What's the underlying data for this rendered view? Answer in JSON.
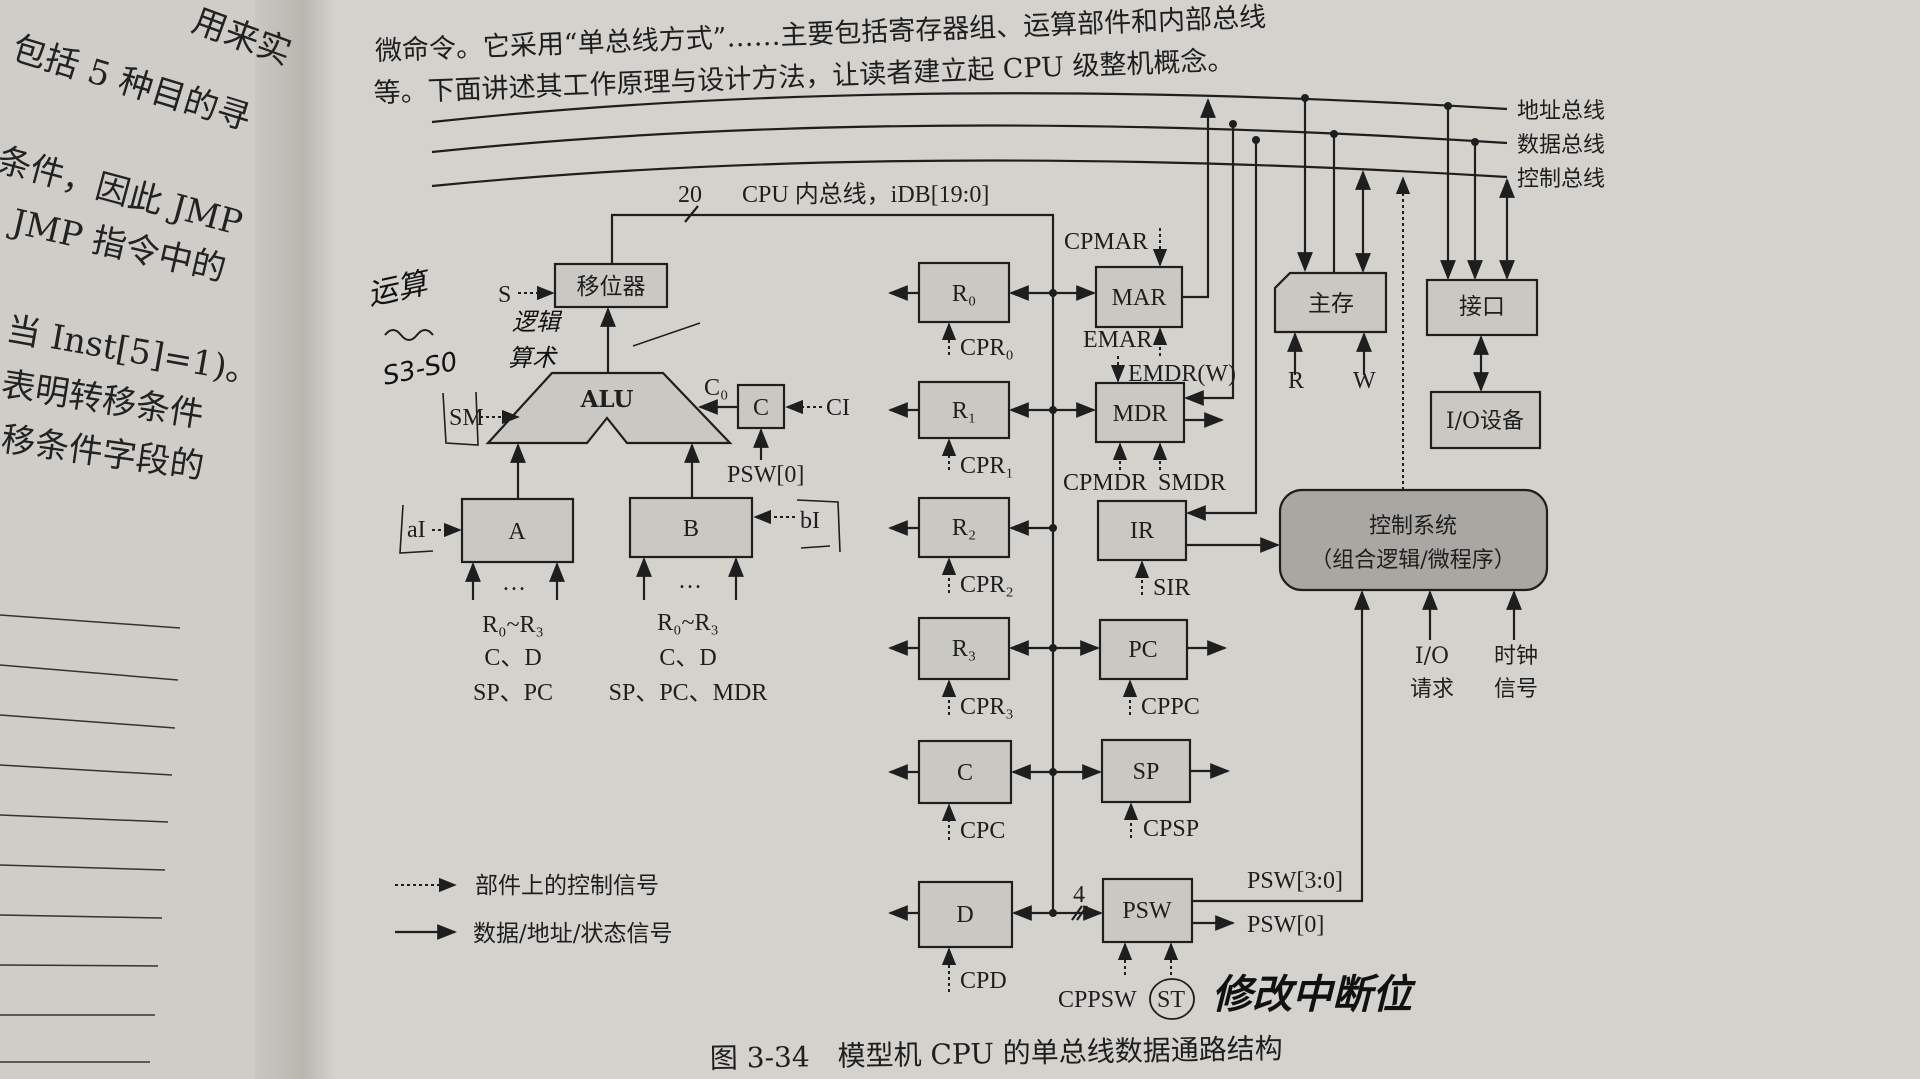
{
  "left_page": {
    "lines": [
      "用来实",
      "包括 5 种目的寻",
      "条件，因此 JMP",
      "JMP 指令中的",
      "当 Inst[5]=1)。",
      "表明转移条件",
      "移条件字段的"
    ]
  },
  "top_text": {
    "line1": "微命令。它采用“单总线方式”……主要包括寄存器组、运算部件和内部总线",
    "line2": "等。下面讲述其工作原理与设计方法，让读者建立起 CPU 级整机概念。"
  },
  "buses": {
    "address": "地址总线",
    "data": "数据总线",
    "control": "控制总线"
  },
  "internal_bus": {
    "width": "20",
    "label": "CPU 内总线，iDB[19:0]"
  },
  "alu_section": {
    "shifter": "移位器",
    "shifter_ctrl": "S",
    "alu": "ALU",
    "sm": "SM",
    "carry_reg": "C",
    "carry_out": "C₀",
    "carry_in": "CI",
    "psw0": "PSW[0]",
    "reg_a": "A",
    "reg_b": "B",
    "a_ctrl": "aI",
    "b_ctrl": "bI",
    "ellipsis": "…",
    "a_sources": [
      "R₀~R₃",
      "C、D",
      "SP、PC"
    ],
    "b_sources": [
      "R₀~R₃",
      "C、D",
      "SP、PC、MDR"
    ]
  },
  "registers": [
    {
      "name": "R₀",
      "ctrl": "CPR₀"
    },
    {
      "name": "R₁",
      "ctrl": "CPR₁"
    },
    {
      "name": "R₂",
      "ctrl": "CPR₂"
    },
    {
      "name": "R₃",
      "ctrl": "CPR₃"
    },
    {
      "name": "C",
      "ctrl": "CPC"
    },
    {
      "name": "D",
      "ctrl": "CPD"
    }
  ],
  "special_registers": {
    "mar": "MAR",
    "cpmar": "CPMAR",
    "emar": "EMAR",
    "mdr": "MDR",
    "emdr": "EMDR(W)",
    "cpmdr": "CPMDR",
    "smdr": "SMDR",
    "ir": "IR",
    "sir": "SIR",
    "pc": "PC",
    "cppc": "CPPC",
    "sp": "SP",
    "cpsp": "CPSP",
    "psw": "PSW",
    "cppsw": "CPPSW",
    "st": "ST",
    "psw_width": "4",
    "psw_bits": "PSW[3:0]",
    "psw_out": "PSW[0]"
  },
  "memory": {
    "main": "主存",
    "read": "R",
    "write": "W"
  },
  "io": {
    "interface": "接口",
    "device": "I/O设备"
  },
  "control_system": {
    "title": "控制系统",
    "subtitle": "（组合逻辑/微程序）",
    "io_req": [
      "I/O",
      "请求"
    ],
    "clock": [
      "时钟",
      "信号"
    ]
  },
  "legend": {
    "control": "部件上的控制信号",
    "data": "数据/地址/状态信号"
  },
  "caption": "图 3-34　模型机 CPU 的单总线数据通路结构",
  "handwriting": {
    "note1": "运算",
    "note2": "S3-S0",
    "note3": "逻辑",
    "note4": "算术",
    "note5": "修改中断位"
  }
}
